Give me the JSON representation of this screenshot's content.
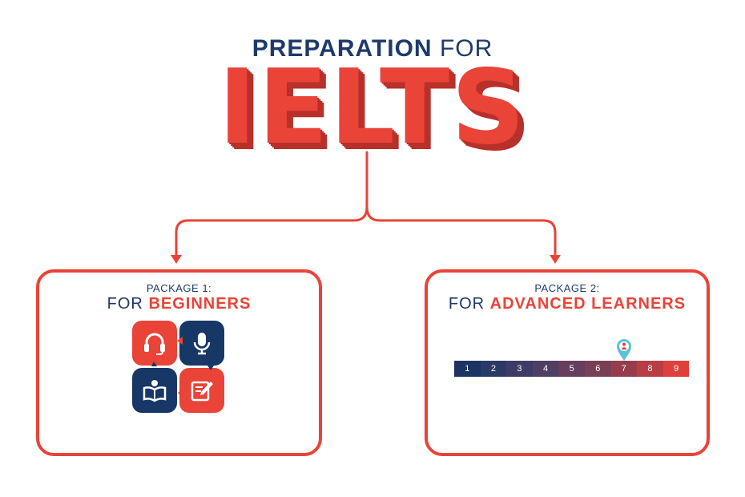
{
  "header": {
    "line1_bold": "PREPARATION",
    "line1_thin": "FOR",
    "title": "IELTS"
  },
  "package1": {
    "label": "PACKAGE 1:",
    "title_prefix": "FOR",
    "title_highlight": "BEGINNERS",
    "skills": [
      {
        "icon": "headphones-icon",
        "color": "#ea4338"
      },
      {
        "icon": "microphone-icon",
        "color": "#173767"
      },
      {
        "icon": "open-book-icon",
        "color": "#173767"
      },
      {
        "icon": "writing-icon",
        "color": "#ea4338"
      }
    ]
  },
  "package2": {
    "label": "PACKAGE 2:",
    "title_prefix": "FOR",
    "title_highlight": "ADVANCED LEARNERS",
    "scale": [
      "1",
      "2",
      "3",
      "4",
      "5",
      "6",
      "7",
      "8",
      "9"
    ],
    "scale_colors": [
      "#1b3463",
      "#2a3a66",
      "#3c3d66",
      "#4f3f63",
      "#653f5d",
      "#7b3f55",
      "#963d4c",
      "#b83d44",
      "#e0403b"
    ],
    "marker_band": "7",
    "marker_color": "#5bc2d8"
  },
  "colors": {
    "accent": "#ea4338",
    "navy": "#1d3a6b"
  }
}
